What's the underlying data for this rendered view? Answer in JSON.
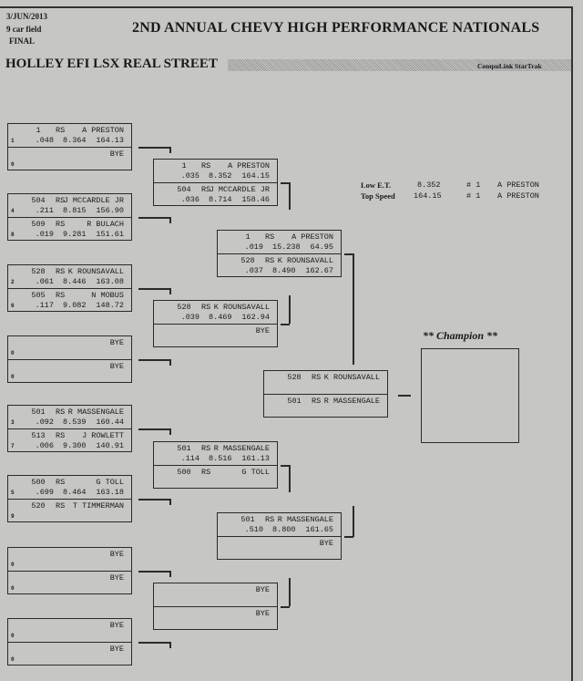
{
  "header": {
    "date": "3/JUN/2013",
    "field": "9 car field",
    "stage": "FINAL",
    "title": "2ND ANNUAL CHEVY HIGH PERFORMANCE NATIONALS",
    "class_title": "HOLLEY EFI LSX REAL STREET",
    "brand": "CompuLink StarTrak"
  },
  "stats": [
    {
      "label": "Low  E.T.",
      "value": "8.352",
      "rank": "# 1",
      "name": "A PRESTON"
    },
    {
      "label": "Top Speed",
      "value": "164.15",
      "rank": "# 1",
      "name": "A PRESTON"
    }
  ],
  "champion": {
    "label": "** Champion **",
    "name": ""
  },
  "rounds": [
    {
      "matches": [
        {
          "slots": [
            {
              "car": "1",
              "cls": "RS",
              "name": "A PRESTON",
              "seed": "1",
              "rt": ".048",
              "et": "8.364",
              "mph": "164.13"
            },
            {
              "name": "BYE",
              "seed": "0"
            }
          ]
        },
        {
          "slots": [
            {
              "car": "504",
              "cls": "RS",
              "name": "J MCCARDLE JR",
              "seed": "4",
              "rt": ".211",
              "et": "8.815",
              "mph": "156.90"
            },
            {
              "car": "509",
              "cls": "RS",
              "name": "R BULACH",
              "seed": "8",
              "rt": ".019",
              "et": "9.281",
              "mph": "151.61"
            }
          ]
        },
        {
          "slots": [
            {
              "car": "528",
              "cls": "RS",
              "name": "K ROUNSAVALL",
              "seed": "2",
              "rt": ".061",
              "et": "8.446",
              "mph": "163.08"
            },
            {
              "car": "505",
              "cls": "RS",
              "name": "N MOBUS",
              "seed": "6",
              "rt": ".117",
              "et": "9.082",
              "mph": "148.72"
            }
          ]
        },
        {
          "slots": [
            {
              "name": "BYE",
              "seed": "0"
            },
            {
              "name": "BYE",
              "seed": "0"
            }
          ]
        },
        {
          "slots": [
            {
              "car": "501",
              "cls": "RS",
              "name": "R MASSENGALE",
              "seed": "3",
              "rt": ".092",
              "et": "8.539",
              "mph": "160.44"
            },
            {
              "car": "513",
              "cls": "RS",
              "name": "J ROWLETT",
              "seed": "7",
              "rt": ".006",
              "et": "9.300",
              "mph": "140.91"
            }
          ]
        },
        {
          "slots": [
            {
              "car": "500",
              "cls": "RS",
              "name": "G TOLL",
              "seed": "5",
              "rt": ".699",
              "et": "8.464",
              "mph": "163.18"
            },
            {
              "car": "520",
              "cls": "RS",
              "name": "T TIMMERMAN",
              "seed": "9"
            }
          ]
        },
        {
          "slots": [
            {
              "name": "BYE",
              "seed": "0"
            },
            {
              "name": "BYE",
              "seed": "0"
            }
          ]
        },
        {
          "slots": [
            {
              "name": "BYE",
              "seed": "0"
            },
            {
              "name": "BYE",
              "seed": "0"
            }
          ]
        }
      ]
    },
    {
      "matches": [
        {
          "slots": [
            {
              "car": "1",
              "cls": "RS",
              "name": "A PRESTON",
              "rt": ".035",
              "et": "8.352",
              "mph": "164.15"
            },
            {
              "car": "504",
              "cls": "RS",
              "name": "J MCCARDLE JR",
              "rt": ".036",
              "et": "8.714",
              "mph": "158.46"
            }
          ]
        },
        {
          "slots": [
            {
              "car": "528",
              "cls": "RS",
              "name": "K ROUNSAVALL",
              "rt": ".039",
              "et": "8.469",
              "mph": "162.94"
            },
            {
              "name": "BYE"
            }
          ]
        },
        {
          "slots": [
            {
              "car": "501",
              "cls": "RS",
              "name": "R MASSENGALE",
              "rt": ".114",
              "et": "8.516",
              "mph": "161.13"
            },
            {
              "car": "500",
              "cls": "RS",
              "name": "G TOLL"
            }
          ]
        },
        {
          "slots": [
            {
              "name": "BYE"
            },
            {
              "name": "BYE"
            }
          ]
        }
      ]
    },
    {
      "matches": [
        {
          "slots": [
            {
              "car": "1",
              "cls": "RS",
              "name": "A PRESTON",
              "rt": ".019",
              "et": "15.238",
              "mph": "64.95"
            },
            {
              "car": "528",
              "cls": "RS",
              "name": "K ROUNSAVALL",
              "rt": ".037",
              "et": "8.490",
              "mph": "162.67"
            }
          ]
        },
        {
          "slots": [
            {
              "car": "501",
              "cls": "RS",
              "name": "R MASSENGALE",
              "rt": ".510",
              "et": "8.800",
              "mph": "161.65"
            },
            {
              "name": "BYE"
            }
          ]
        }
      ]
    },
    {
      "matches": [
        {
          "slots": [
            {
              "car": "528",
              "cls": "RS",
              "name": "K ROUNSAVALL"
            },
            {
              "car": "501",
              "cls": "RS",
              "name": "R MASSENGALE"
            }
          ]
        }
      ]
    }
  ]
}
